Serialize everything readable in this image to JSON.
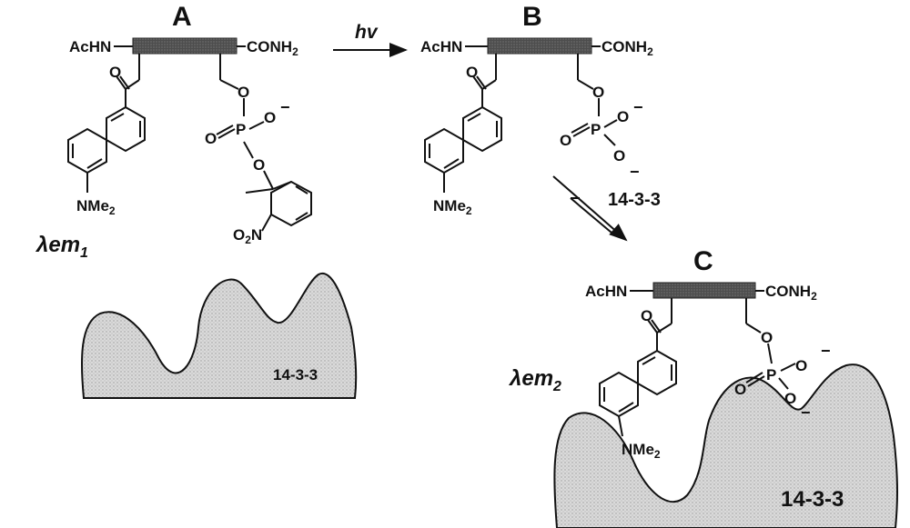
{
  "species_labels": {
    "a": "A",
    "b": "B",
    "c": "C"
  },
  "reaction": {
    "light": "hv",
    "protein_reagent": "14-3-3"
  },
  "emission": {
    "em1_prefix": "λem",
    "em1_sub": "1",
    "em2_prefix": "λem",
    "em2_sub": "2"
  },
  "protein": {
    "label_small": "14-3-3",
    "label_large": "14-3-3"
  },
  "groups": {
    "n_term": "AcHN",
    "c_term_main": "CONH",
    "c_term_sub": "2",
    "dimethylamine_main": "NMe",
    "dimethylamine_sub": "2",
    "nitro_main": "O",
    "nitro_sub": "2",
    "nitro_tail": "N",
    "oxygen": "O",
    "phosphorus": "P",
    "charge": "−"
  },
  "colors": {
    "peptide_bar": "#555555",
    "protein_fill": "#d6d6d6",
    "ink": "#111111"
  }
}
